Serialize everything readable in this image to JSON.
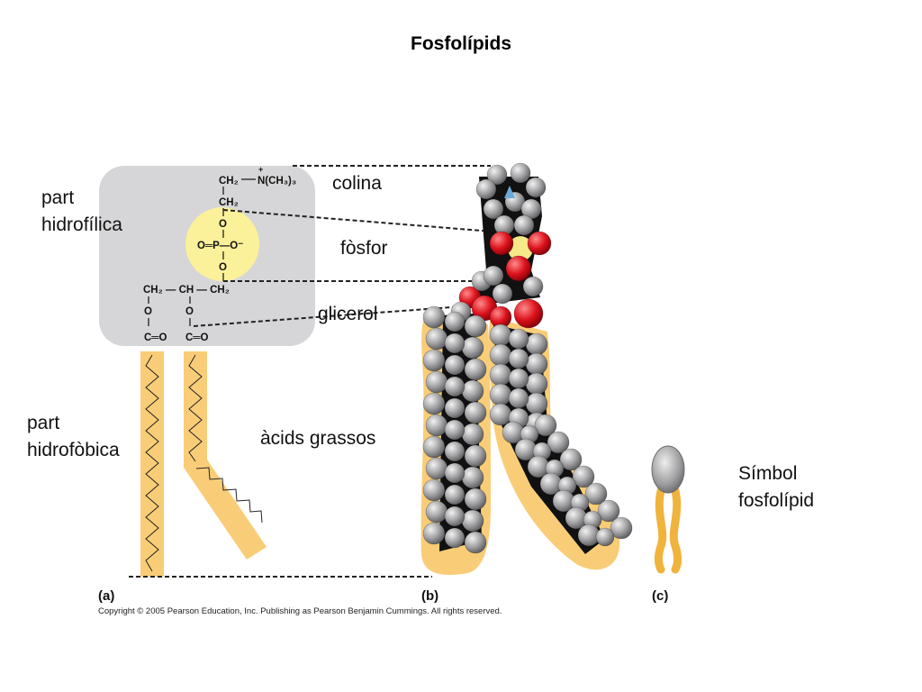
{
  "title": "Fosfolípids",
  "labels": {
    "hydrophilic": [
      "part",
      "hidrofílica"
    ],
    "hydrophobic": [
      "part",
      "hidrofòbica"
    ],
    "choline": "colina",
    "phosphate": "fòsfor",
    "glycerol": "glicerol",
    "fatty_acids": "àcids grassos",
    "symbol": [
      "Símbol",
      "fosfolípid"
    ]
  },
  "formula": {
    "ch2_top": "CH₂",
    "n_group": "N(CH₃)₃",
    "n_charge": "+",
    "ch2_2": "CH₂",
    "o_upper": "O",
    "p_row": "O═P—O⁻",
    "o_lower": "O",
    "glycerol_row": "CH₂ — CH — CH₂",
    "o_left": "O",
    "o_mid": "O",
    "co_left": "C═O",
    "co_mid": "C═O"
  },
  "panels": [
    "(a)",
    "(b)",
    "(c)"
  ],
  "copyright": "Copyright © 2005 Pearson Education, Inc. Publishing as Pearson Benjamin Cummings. All rights reserved.",
  "colors": {
    "tail": "#f9cd78",
    "head_box": "#d6d6d8",
    "phosphate_circle": "#fbf19a",
    "oxygen": "#d8121c",
    "carbon": "#111111",
    "hydrogen": "#a6a6a8",
    "nitrogen": "#6aa9d8",
    "symbol_head": "#9c9c9e"
  }
}
